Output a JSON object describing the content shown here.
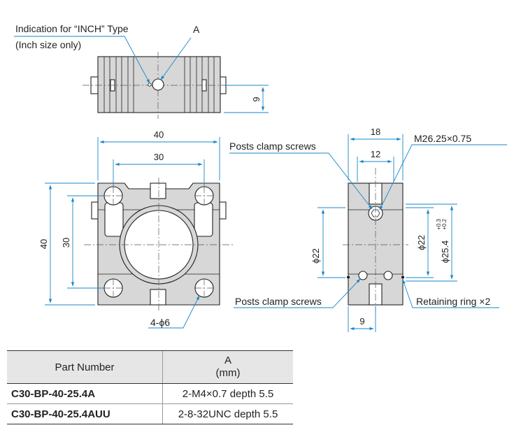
{
  "labels": {
    "inch_indication": "Indication for “INCH” Type",
    "inch_only": "(Inch size only)",
    "a_marker": "A",
    "posts_clamp_top": "Posts clamp screws",
    "posts_clamp_bottom": "Posts clamp screws",
    "thread": "M26.25×0.75",
    "retaining_ring": "Retaining ring ×2",
    "holes": "4-ϕ6"
  },
  "dimensions": {
    "top_height": "9",
    "front_width": "40",
    "front_inner_width": "30",
    "front_height": "40",
    "front_inner_height": "30",
    "side_width": "18",
    "side_inner_width": "12",
    "bore_left": "ϕ22",
    "bore_right": "ϕ22",
    "bore_big": "ϕ25.4",
    "tol_upper": "+0.3",
    "tol_lower": "+0.2",
    "side_bottom": "9"
  },
  "table": {
    "headers": {
      "part_number": "Part Number",
      "a_title": "A",
      "a_unit": "(mm)"
    },
    "rows": [
      {
        "part": "C30-BP-40-25.4A",
        "a": "2-M4×0.7 depth 5.5"
      },
      {
        "part": "C30-BP-40-25.4AUU",
        "a": "2-8-32UNC depth 5.5"
      }
    ]
  },
  "colors": {
    "dimension_line": "#1a86c9",
    "part_fill": "#d7d7d7"
  }
}
